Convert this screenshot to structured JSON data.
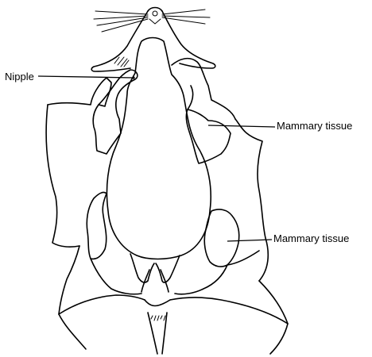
{
  "labels": {
    "nipple": "Nipple",
    "mammary_upper": "Mammary tissue",
    "mammary_lower": "Mammary tissue"
  },
  "colors": {
    "ink": "#000000",
    "background": "#ffffff"
  }
}
